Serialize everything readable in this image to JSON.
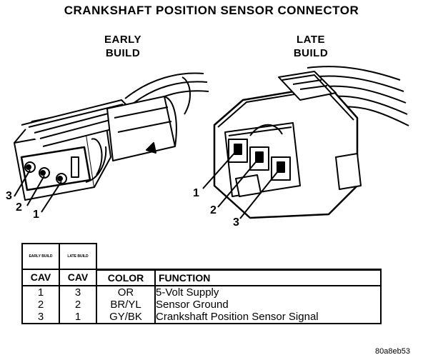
{
  "title": "CRANKSHAFT POSITION SENSOR CONNECTOR",
  "early_build_label": [
    "EARLY",
    "BUILD"
  ],
  "late_build_label": [
    "LATE",
    "BUILD"
  ],
  "early_pins": [
    "3",
    "2",
    "1"
  ],
  "late_pins": [
    "1",
    "2",
    "3"
  ],
  "table": {
    "early_build_caption": "EARLY BUILD",
    "late_build_caption": "LATE BUILD",
    "headers": [
      "CAV",
      "CAV",
      "COLOR",
      "FUNCTION"
    ],
    "rows": [
      [
        "1",
        "3",
        "OR",
        "5-Volt Supply"
      ],
      [
        "2",
        "2",
        "BR/YL",
        "Sensor Ground"
      ],
      [
        "3",
        "1",
        "GY/BK",
        "Crankshaft Position Sensor Signal"
      ]
    ]
  },
  "figure_code": "80a8eb53"
}
